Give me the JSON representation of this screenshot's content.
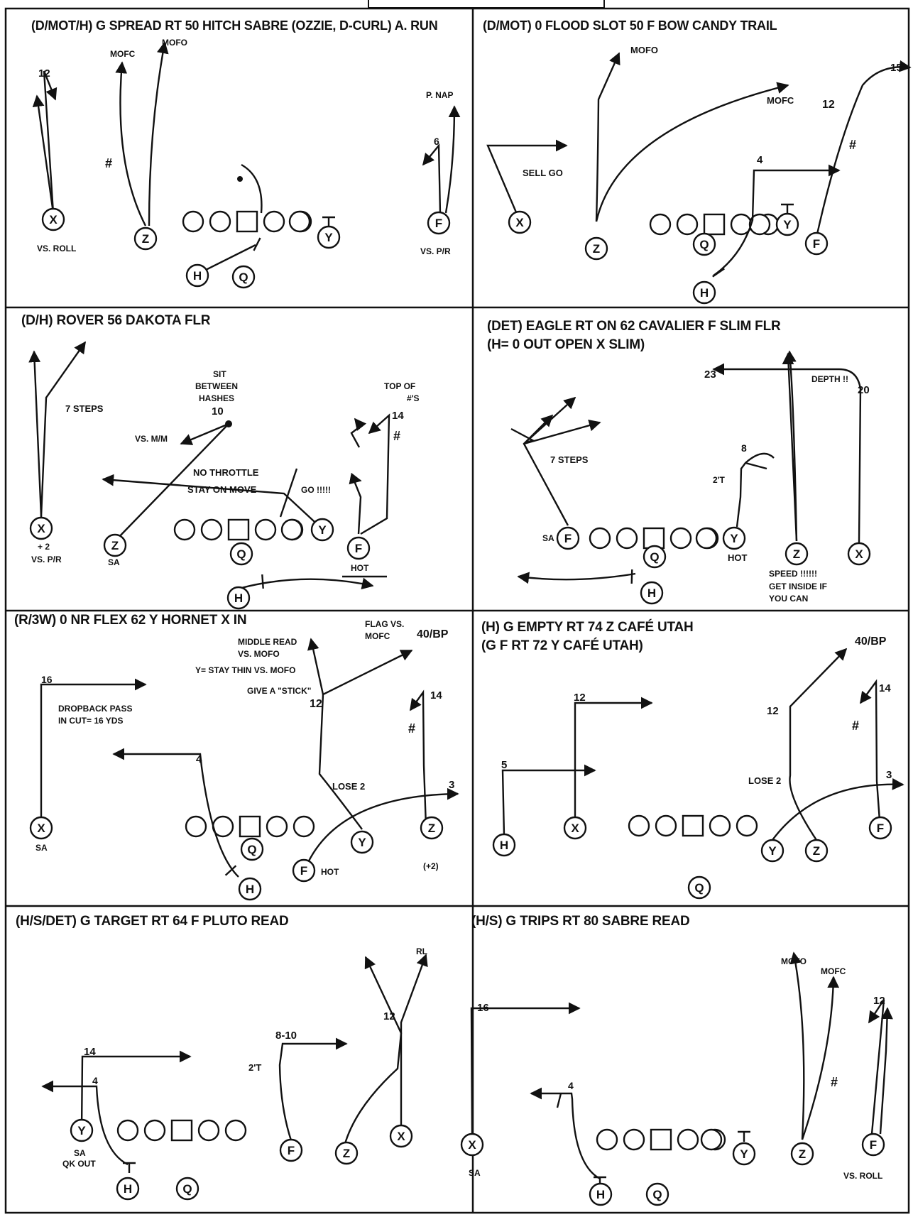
{
  "panels": [
    {
      "title": "(D/MOT/H) G SPREAD RT 50 HITCH SABRE (OZZIE, D-CURL) A. RUN",
      "labels": [
        "MOFC",
        "MOFO",
        "12",
        "#",
        "P. NAP",
        "6",
        "VS. ROLL",
        "VS. P/R"
      ],
      "players": [
        "X",
        "Z",
        "Y",
        "F",
        "H",
        "Q"
      ]
    },
    {
      "title": "(D/MOT) 0 FLOOD SLOT 50 F BOW CANDY TRAIL",
      "labels": [
        "MOFO",
        "MOFC",
        "15",
        "12",
        "#",
        "SELL GO",
        "4"
      ],
      "players": [
        "X",
        "Z",
        "Q",
        "Y",
        "F",
        "H"
      ]
    },
    {
      "title": "(D/H) ROVER 56 DAKOTA FLR",
      "labels": [
        "7 STEPS",
        "SIT",
        "BETWEEN",
        "HASHES",
        "10",
        "VS. M/M",
        "TOP OF",
        "#'S",
        "14",
        "#",
        "NO THROTTLE",
        "STAY ON MOVE",
        "GO !!!!!",
        "+ 2",
        "VS. P/R",
        "SA",
        "HOT"
      ],
      "players": [
        "X",
        "Z",
        "Q",
        "Y",
        "F",
        "H"
      ]
    },
    {
      "title": "(DET) EAGLE RT ON 62 CAVALIER F SLIM FLR",
      "subtitle": "(H= 0 OUT OPEN X SLIM)",
      "labels": [
        "23",
        "DEPTH !!",
        "20",
        "7 STEPS",
        "8",
        "2'T",
        "SA",
        "HOT",
        "SPEED !!!!!!",
        "GET INSIDE IF",
        "YOU CAN"
      ],
      "players": [
        "F",
        "Q",
        "Y",
        "Z",
        "X",
        "H"
      ]
    },
    {
      "title": "(R/3W) 0 NR FLEX 62 Y HORNET X IN",
      "labels": [
        "MIDDLE READ",
        "VS. MOFO",
        "Y= STAY THIN VS. MOFO",
        "GIVE A \"STICK\"",
        "FLAG VS.",
        "MOFC",
        "40/BP",
        "16",
        "DROPBACK PASS",
        "IN CUT= 16 YDS",
        "12",
        "14",
        "#",
        "4",
        "LOSE 2",
        "3",
        "SA",
        "HOT",
        "(+2)"
      ],
      "players": [
        "X",
        "Q",
        "Y",
        "Z",
        "F",
        "H"
      ]
    },
    {
      "title": "(H) G EMPTY RT 74 Z CAFÉ UTAH",
      "subtitle": "(G F RT 72 Y CAFÉ UTAH)",
      "labels": [
        "40/BP",
        "12",
        "14",
        "#",
        "12",
        "5",
        "LOSE 2",
        "3"
      ],
      "players": [
        "H",
        "X",
        "Y",
        "Z",
        "F",
        "Q"
      ]
    },
    {
      "title": "(H/S/DET) G TARGET RT 64 F PLUTO READ",
      "labels": [
        "RL",
        "12",
        "14",
        "8-10",
        "2'T",
        "4",
        "SA",
        "QK OUT"
      ],
      "players": [
        "Y",
        "F",
        "Z",
        "X",
        "H",
        "Q"
      ]
    },
    {
      "title": "(H/S) G TRIPS RT 80 SABRE READ",
      "labels": [
        "MOFO",
        "MOFC",
        "12",
        "16",
        "4",
        "#",
        "SA",
        "VS. ROLL"
      ],
      "players": [
        "X",
        "Y",
        "Z",
        "F",
        "H",
        "Q"
      ]
    }
  ]
}
